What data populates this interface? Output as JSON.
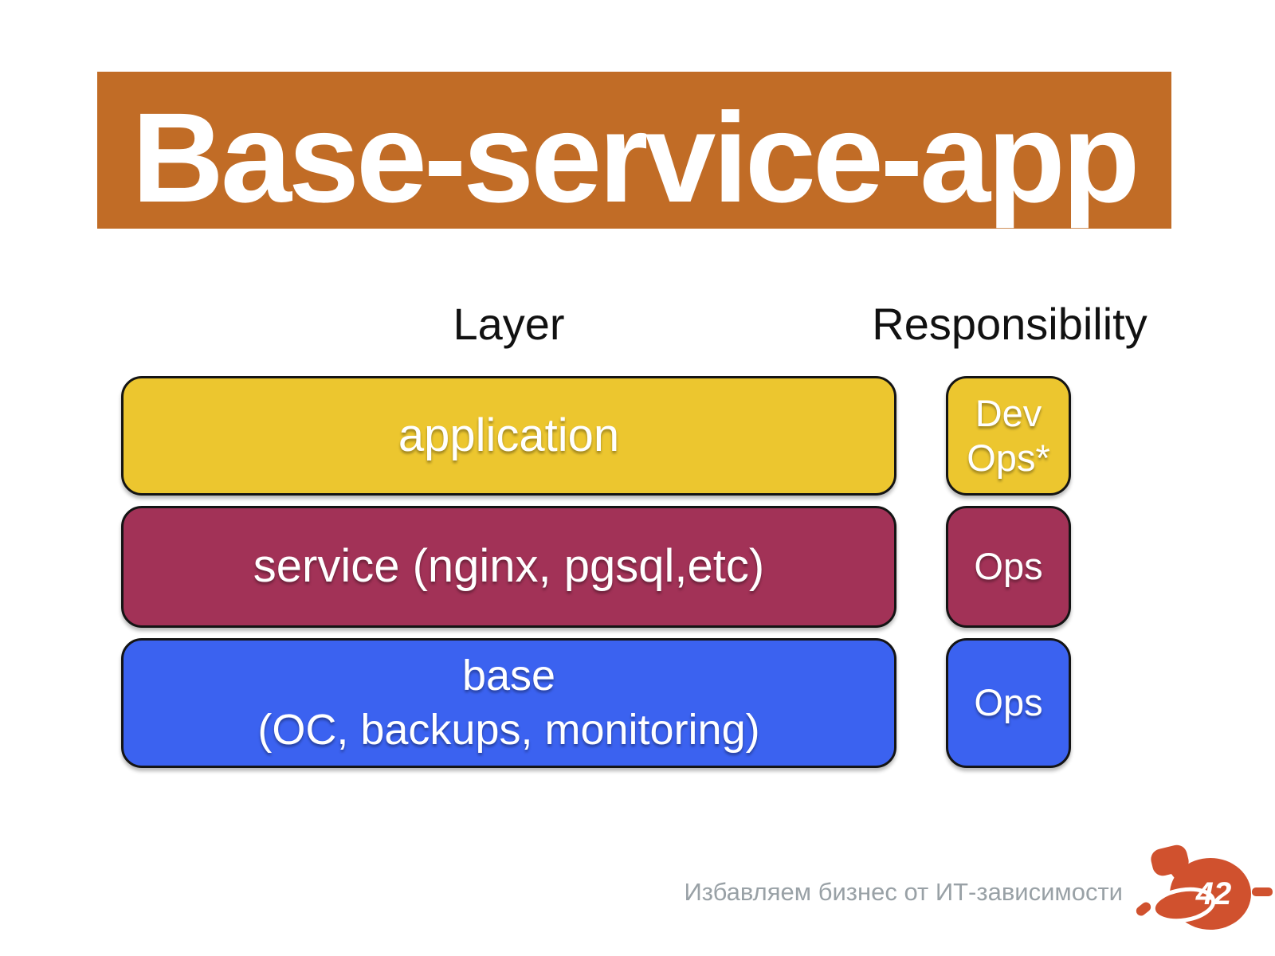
{
  "slide": {
    "title": "Base-service-app",
    "column_headers": {
      "layer": "Layer",
      "responsibility": "Responsibility"
    },
    "rows": [
      {
        "layer_lines": [
          "application"
        ],
        "responsibility_lines": [
          "Dev",
          "Ops*"
        ],
        "color": "#ecc62f"
      },
      {
        "layer_lines": [
          "service (nginx, pgsql,etc)"
        ],
        "responsibility_lines": [
          "Ops"
        ],
        "color": "#a23257"
      },
      {
        "layer_lines": [
          "base",
          "(OC, backups, monitoring)"
        ],
        "responsibility_lines": [
          "Ops"
        ],
        "color": "#3b62f0"
      }
    ],
    "footer": {
      "tagline": "Избавляем бизнес от ИТ-зависимости",
      "logo_badge_number": "42"
    },
    "colors": {
      "title_banner": "#c16c26",
      "logo": "#d0512e",
      "footer_text": "#99a1a6",
      "box_border": "#141414",
      "box_text": "#ffffff"
    }
  }
}
